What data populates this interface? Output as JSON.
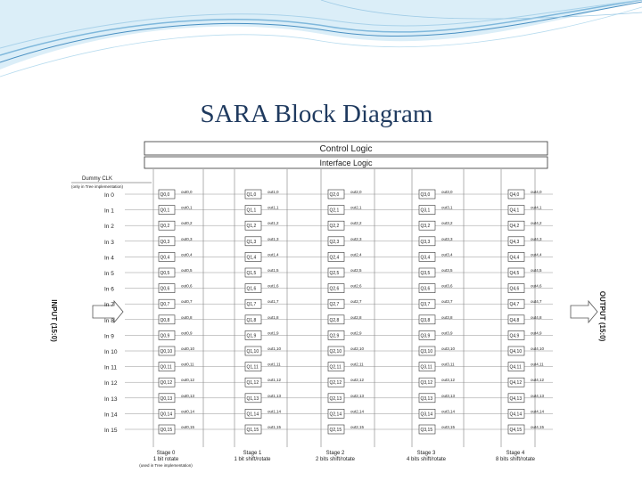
{
  "slide": {
    "title": "SARA Block Diagram"
  },
  "diagram": {
    "control_logic": "Control Logic",
    "interface_logic": "Interface Logic",
    "clk_label": "Dummy CLK",
    "clk_note": "(only in Tree implementation)",
    "input_label": "INPUT (15:0)",
    "output_label": "OUTPUT (15:0)",
    "inputs": [
      "In 0",
      "In 1",
      "In 2",
      "In 3",
      "In 4",
      "In 5",
      "In 6",
      "In 7",
      "In 8",
      "In 9",
      "In 10",
      "In 11",
      "In 12",
      "In 13",
      "In 14",
      "In 15"
    ],
    "stages": [
      {
        "name": "Stage 0",
        "desc": "1 bit rotate",
        "note": "(used in Tree implementation)",
        "reg_prefix": "Q0,"
      },
      {
        "name": "Stage 1",
        "desc": "1 bit shift/rotate",
        "reg_prefix": "Q1,"
      },
      {
        "name": "Stage 2",
        "desc": "2 bits shift/rotate",
        "reg_prefix": "Q2,"
      },
      {
        "name": "Stage 3",
        "desc": "4 bits shift/rotate",
        "reg_prefix": "Q3,"
      },
      {
        "name": "Stage 4",
        "desc": "8 bits shift/rotate",
        "reg_prefix": "Q4,"
      }
    ],
    "out_prefixes": [
      "out0,",
      "out1,",
      "out2,",
      "out3,",
      "out4,"
    ]
  }
}
